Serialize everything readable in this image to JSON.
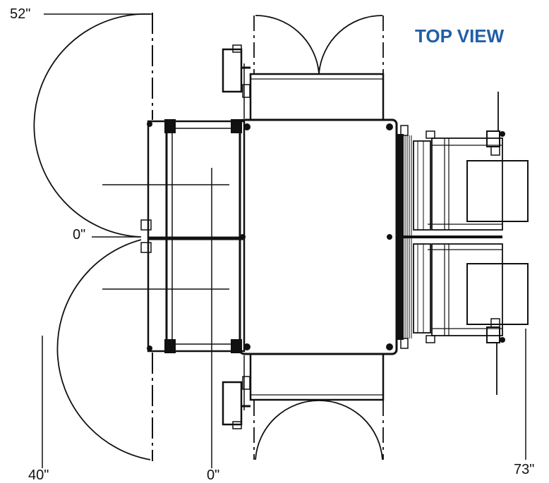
{
  "title": {
    "text": "TOP VIEW",
    "color": "#1f5fa8"
  },
  "dimensions": {
    "top_left": "52\"",
    "mid_left": "0\"",
    "bottom_left": "40\"",
    "bottom_center": "0\"",
    "bottom_right": "73\""
  },
  "colors": {
    "line": "#111111",
    "background": "#ffffff"
  }
}
